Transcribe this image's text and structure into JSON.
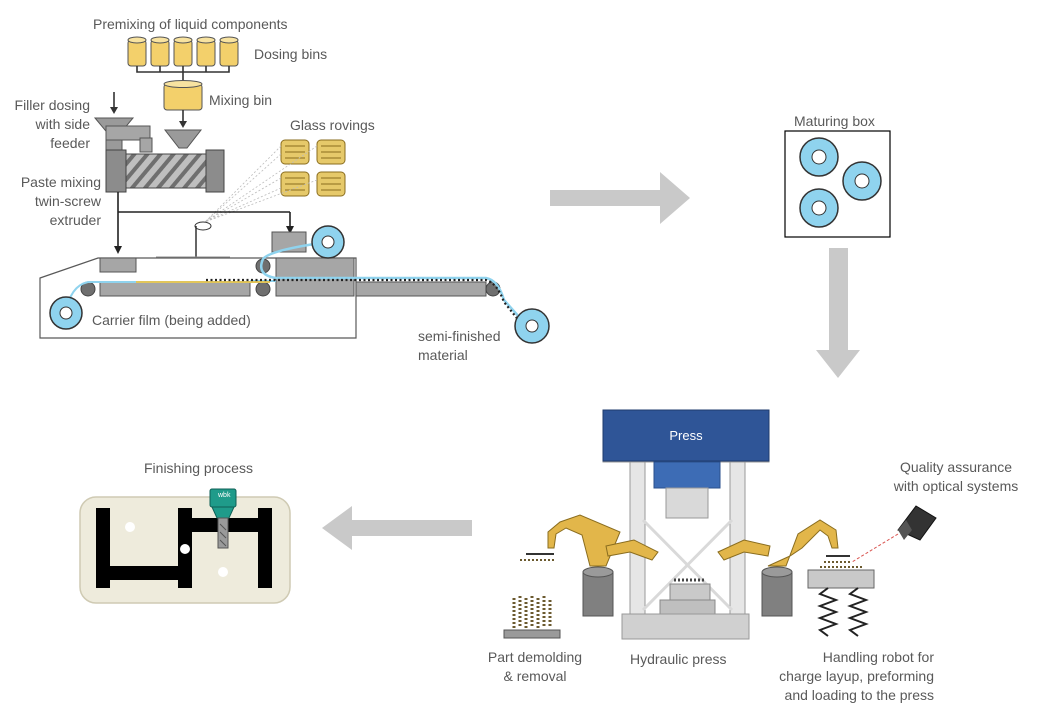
{
  "labels": {
    "premixing": "Premixing of liquid components",
    "dosing_bins": "Dosing bins",
    "mixing_bin": "Mixing bin",
    "filler_dosing": [
      "Filler dosing",
      "with side",
      "feeder"
    ],
    "glass_rovings": "Glass rovings",
    "paste_mixing": [
      "Paste mixing",
      "twin-screw",
      "extruder"
    ],
    "carrier_film": "Carrier film (being added)",
    "semi_finished": [
      "semi-finished",
      "material"
    ],
    "maturing_box": "Maturing box",
    "press": "Press",
    "quality_assurance": [
      "Quality assurance",
      "with optical systems"
    ],
    "finishing_process": "Finishing process",
    "part_demolding": [
      "Part demolding",
      "& removal"
    ],
    "hydraulic_press": "Hydraulic press",
    "handling_robot": [
      "Handling robot for",
      "charge layup, preforming",
      "and loading to the press"
    ],
    "tool_brand": "wbk"
  },
  "colors": {
    "label_text": "#595959",
    "press_header": "#2f5597",
    "press_frame": "#d9d9d9",
    "robot_arm": "#e2b64a",
    "flow_arrow": "#c9c9c9",
    "roll_fill": "#8fd3ee",
    "roving": "#e6c96a",
    "bin": "#f3d06b",
    "part_black": "#000000",
    "finishing_plate": "#eeebdc",
    "tool_green": "#1f9b8a",
    "laser": "#d9534f"
  }
}
